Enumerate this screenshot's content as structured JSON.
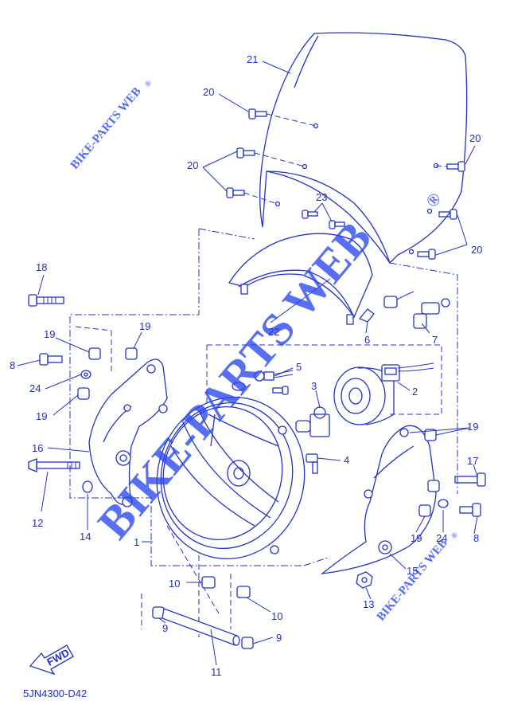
{
  "diagram": {
    "code": "5JN4300-D42",
    "fwd_label": "FWD",
    "watermarks": {
      "big": "BIKE-PARTS WEB",
      "small": "BIKE-PARTS WEB",
      "reg": "®"
    },
    "callouts": [
      {
        "id": "c21",
        "text": "21"
      },
      {
        "id": "c20a",
        "text": "20"
      },
      {
        "id": "c20b",
        "text": "20"
      },
      {
        "id": "c20c",
        "text": "20"
      },
      {
        "id": "c20d",
        "text": "20"
      },
      {
        "id": "c23",
        "text": "23"
      },
      {
        "id": "c18",
        "text": "18"
      },
      {
        "id": "c19a",
        "text": "19"
      },
      {
        "id": "c19b",
        "text": "19"
      },
      {
        "id": "c19c",
        "text": "19"
      },
      {
        "id": "c19d",
        "text": "19"
      },
      {
        "id": "c19e",
        "text": "19"
      },
      {
        "id": "c8a",
        "text": "8"
      },
      {
        "id": "c8b",
        "text": "8"
      },
      {
        "id": "c24a",
        "text": "24"
      },
      {
        "id": "c24b",
        "text": "24"
      },
      {
        "id": "c22",
        "text": "22"
      },
      {
        "id": "c6",
        "text": "6"
      },
      {
        "id": "c7",
        "text": "7"
      },
      {
        "id": "c5",
        "text": "5"
      },
      {
        "id": "c3",
        "text": "3"
      },
      {
        "id": "c2",
        "text": "2"
      },
      {
        "id": "c4",
        "text": "4"
      },
      {
        "id": "c16",
        "text": "16"
      },
      {
        "id": "c17",
        "text": "17"
      },
      {
        "id": "c12",
        "text": "12"
      },
      {
        "id": "c14",
        "text": "14"
      },
      {
        "id": "c1",
        "text": "1"
      },
      {
        "id": "c15",
        "text": "15"
      },
      {
        "id": "c13",
        "text": "13"
      },
      {
        "id": "c10a",
        "text": "10"
      },
      {
        "id": "c10b",
        "text": "10"
      },
      {
        "id": "c9a",
        "text": "9"
      },
      {
        "id": "c9b",
        "text": "9"
      },
      {
        "id": "c11",
        "text": "11"
      }
    ]
  }
}
